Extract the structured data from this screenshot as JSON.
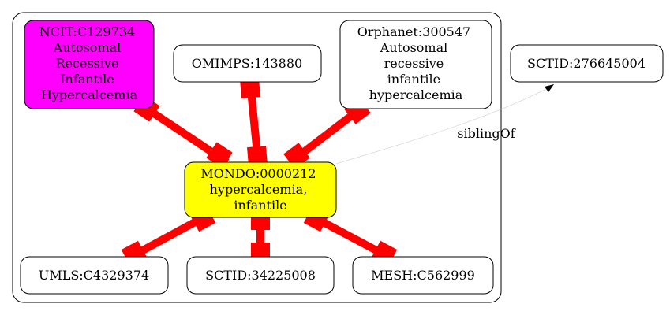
{
  "diagram": {
    "nodes": {
      "ncit": {
        "lines": [
          "NCIT:C129734",
          "Autosomal",
          "Recessive",
          "Infantile",
          "Hypercalcemia"
        ],
        "fill": "#ff00ff"
      },
      "omimps": {
        "lines": [
          "OMIMPS:143880"
        ],
        "fill": "#ffffff"
      },
      "orphanet": {
        "lines": [
          "Orphanet:300547",
          "Autosomal",
          "recessive",
          "infantile",
          "hypercalcemia"
        ],
        "fill": "#ffffff"
      },
      "sctid_sibling": {
        "lines": [
          "SCTID:276645004"
        ],
        "fill": "#ffffff"
      },
      "mondo": {
        "lines": [
          "MONDO:0000212",
          "hypercalcemia,",
          "infantile"
        ],
        "fill": "#ffff00"
      },
      "umls": {
        "lines": [
          "UMLS:C4329374"
        ],
        "fill": "#ffffff"
      },
      "sctid": {
        "lines": [
          "SCTID:34225008"
        ],
        "fill": "#ffffff"
      },
      "mesh": {
        "lines": [
          "MESH:C562999"
        ],
        "fill": "#ffffff"
      }
    },
    "edges": {
      "sibling_label": "siblingOf",
      "equivalence_color": "#ff0000"
    }
  }
}
